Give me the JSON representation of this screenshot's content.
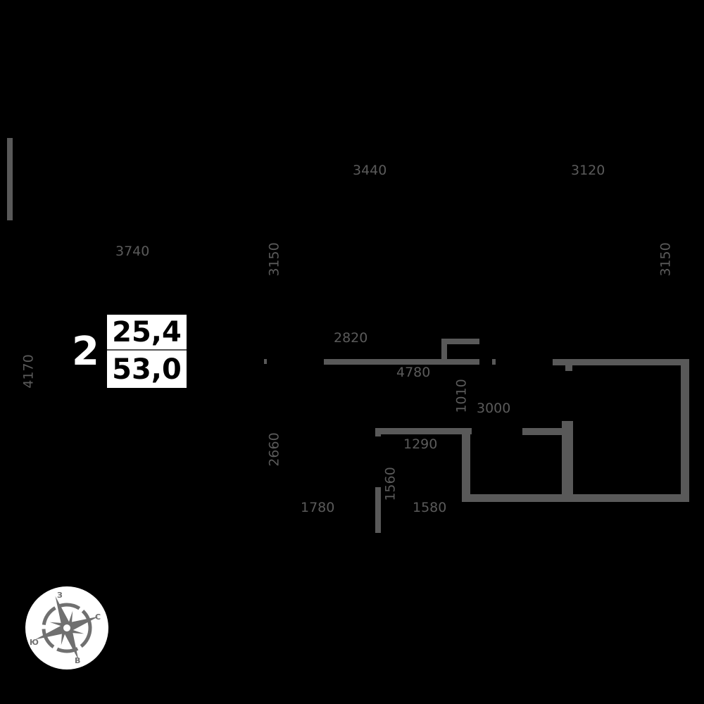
{
  "plan": {
    "room_number": "2",
    "living_area": "25,4",
    "total_area": "53,0"
  },
  "dimensions": {
    "top_left": "3740",
    "top_mid": "3440",
    "top_right": "3120",
    "vertical_mid": "3150",
    "vertical_right": "3150",
    "left_side": "4170",
    "corridor_top": "2820",
    "corridor_bottom": "4780",
    "closet_vertical": "1010",
    "bath_width": "3000",
    "hall_vertical": "2660",
    "bath2_width": "1290",
    "bath2_height": "1560",
    "hall_width": "1780",
    "bath2_bottom": "1580"
  },
  "compass": {
    "north": "С",
    "south": "Ю",
    "west": "З",
    "east": "В"
  },
  "colors": {
    "background": "#000000",
    "wall": "#595959",
    "dimension_text": "#5a5a5a",
    "compass_bg": "#ffffff",
    "compass_fg": "#707070"
  }
}
